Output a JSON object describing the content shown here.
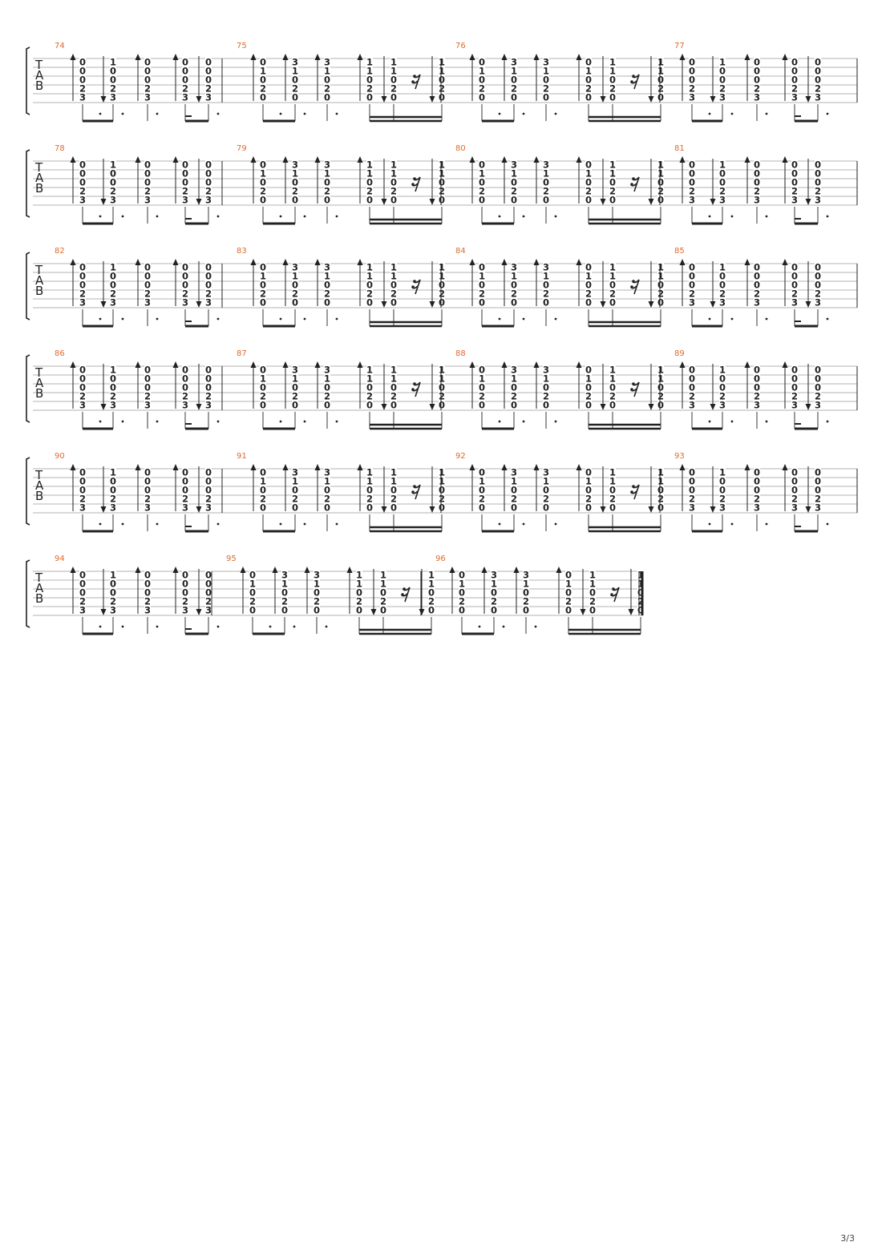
{
  "tab_label": [
    "T",
    "A",
    "B"
  ],
  "page_number": "3/3",
  "patterns": {
    "G": [
      {
        "frets": [
          "0",
          "0",
          "0",
          "2",
          "3"
        ],
        "dir": "up"
      },
      {
        "frets": [
          "1",
          "0",
          "0",
          "2",
          "3"
        ],
        "dir": "down"
      },
      {
        "frets": [
          "0",
          "0",
          "0",
          "2",
          "3"
        ],
        "dir": "up"
      },
      {
        "frets": [
          "0",
          "0",
          "0",
          "2",
          "3"
        ],
        "dir": "up"
      },
      {
        "frets": [
          "0",
          "0",
          "0",
          "2",
          "3"
        ],
        "dir": "down"
      }
    ],
    "C": [
      {
        "frets": [
          "0",
          "1",
          "0",
          "2",
          "0"
        ],
        "dir": "up"
      },
      {
        "frets": [
          "3",
          "1",
          "0",
          "2",
          "0"
        ],
        "dir": "up"
      },
      {
        "frets": [
          "3",
          "1",
          "0",
          "2",
          "0"
        ],
        "dir": "up"
      },
      {
        "frets": [
          "1",
          "1",
          "0",
          "2",
          "0"
        ],
        "dir": "up"
      },
      {
        "frets": [
          "1",
          "1",
          "0",
          "2",
          "0"
        ],
        "dir": "down"
      },
      {
        "frets": [
          "1",
          "1",
          "0",
          "2",
          "0"
        ],
        "dir": "down"
      }
    ],
    "C2": [
      {
        "frets": [
          "0",
          "1",
          "0",
          "2",
          "0"
        ],
        "dir": "up"
      },
      {
        "frets": [
          "3",
          "1",
          "0",
          "2",
          "0"
        ],
        "dir": "up"
      },
      {
        "frets": [
          "3",
          "1",
          "0",
          "2",
          "0"
        ],
        "dir": "up"
      },
      {
        "frets": [
          "0",
          "1",
          "0",
          "2",
          "0"
        ],
        "dir": "up"
      },
      {
        "frets": [
          "1",
          "1",
          "0",
          "2",
          "0"
        ],
        "dir": "down"
      },
      {
        "frets": [
          "1",
          "1",
          "0",
          "2",
          "0"
        ],
        "dir": "down"
      }
    ]
  },
  "systems": [
    {
      "measures": [
        {
          "number": "74",
          "pattern": "G"
        },
        {
          "number": "75",
          "pattern": "C"
        },
        {
          "number": "76",
          "pattern": "C2"
        },
        {
          "number": "77",
          "pattern": "G"
        }
      ]
    },
    {
      "measures": [
        {
          "number": "78",
          "pattern": "G"
        },
        {
          "number": "79",
          "pattern": "C"
        },
        {
          "number": "80",
          "pattern": "C2"
        },
        {
          "number": "81",
          "pattern": "G"
        }
      ]
    },
    {
      "measures": [
        {
          "number": "82",
          "pattern": "G"
        },
        {
          "number": "83",
          "pattern": "C"
        },
        {
          "number": "84",
          "pattern": "C2"
        },
        {
          "number": "85",
          "pattern": "G"
        }
      ]
    },
    {
      "measures": [
        {
          "number": "86",
          "pattern": "G"
        },
        {
          "number": "87",
          "pattern": "C"
        },
        {
          "number": "88",
          "pattern": "C2"
        },
        {
          "number": "89",
          "pattern": "G"
        }
      ]
    },
    {
      "measures": [
        {
          "number": "90",
          "pattern": "G"
        },
        {
          "number": "91",
          "pattern": "C"
        },
        {
          "number": "92",
          "pattern": "C2"
        },
        {
          "number": "93",
          "pattern": "G"
        }
      ]
    },
    {
      "measures": [
        {
          "number": "94",
          "pattern": "G"
        },
        {
          "number": "95",
          "pattern": "C"
        },
        {
          "number": "96",
          "pattern": "C2"
        }
      ],
      "final": true
    }
  ],
  "colors": {
    "ink": "#222222",
    "measure_number": "#e06a2c",
    "staff_line": "#9a9a9a"
  }
}
